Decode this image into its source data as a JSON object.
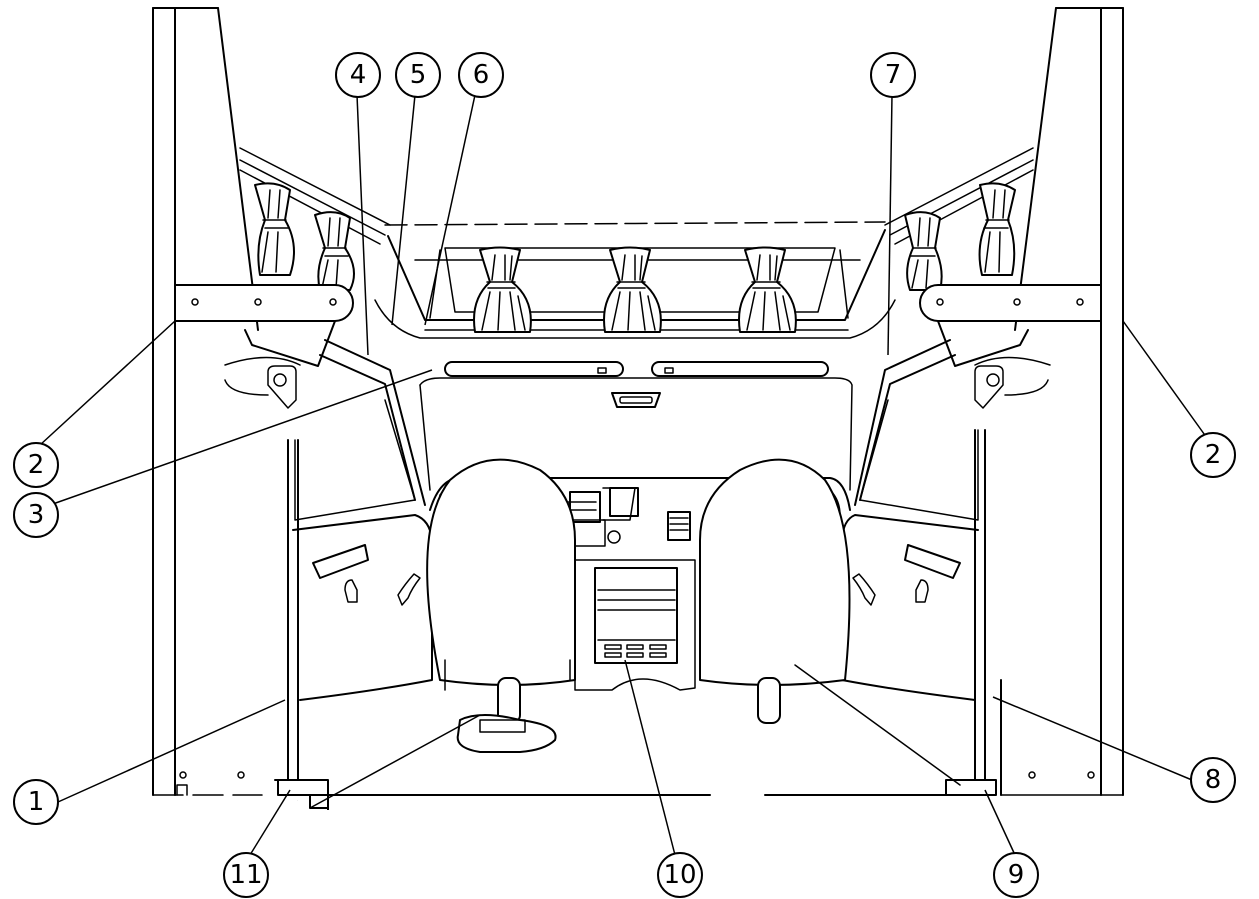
{
  "callouts": [
    {
      "id": "1",
      "label": "1"
    },
    {
      "id": "2a",
      "label": "2"
    },
    {
      "id": "2b",
      "label": "2"
    },
    {
      "id": "3",
      "label": "3"
    },
    {
      "id": "4",
      "label": "4"
    },
    {
      "id": "5",
      "label": "5"
    },
    {
      "id": "6",
      "label": "6"
    },
    {
      "id": "7",
      "label": "7"
    },
    {
      "id": "8",
      "label": "8"
    },
    {
      "id": "9",
      "label": "9"
    },
    {
      "id": "10",
      "label": "10"
    },
    {
      "id": "11",
      "label": "11"
    }
  ]
}
